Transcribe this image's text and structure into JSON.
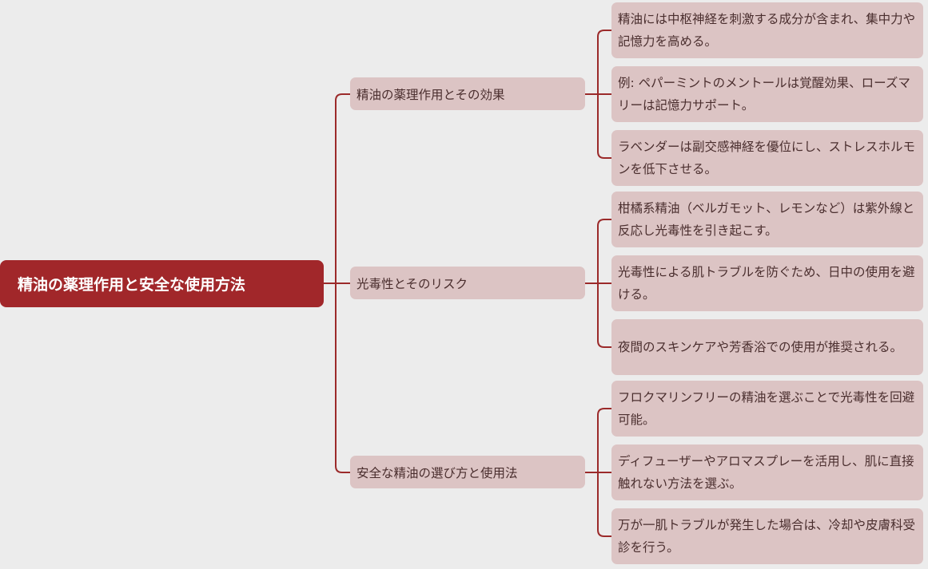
{
  "colors": {
    "root_fill": "#a1272a",
    "node_fill": "#dcc4c4",
    "connector": "#9b2a2a",
    "background": "#ececec"
  },
  "root": {
    "label": "精油の薬理作用と安全な使用方法"
  },
  "branches": [
    {
      "label": "精油の薬理作用とその効果",
      "leaves": [
        "精油には中枢神経を刺激する成分が含まれ、集中力や記憶力を高める。",
        "例: ペパーミントのメントールは覚醒効果、ローズマリーは記憶力サポート。",
        "ラベンダーは副交感神経を優位にし、ストレスホルモンを低下させる。"
      ]
    },
    {
      "label": "光毒性とそのリスク",
      "leaves": [
        "柑橘系精油（ベルガモット、レモンなど）は紫外線と反応し光毒性を引き起こす。",
        "光毒性による肌トラブルを防ぐため、日中の使用を避ける。",
        "夜間のスキンケアや芳香浴での使用が推奨される。"
      ]
    },
    {
      "label": "安全な精油の選び方と使用法",
      "leaves": [
        "フロクマリンフリーの精油を選ぶことで光毒性を回避可能。",
        "ディフューザーやアロマスプレーを活用し、肌に直接触れない方法を選ぶ。",
        "万が一肌トラブルが発生した場合は、冷却や皮膚科受診を行う。"
      ]
    }
  ]
}
